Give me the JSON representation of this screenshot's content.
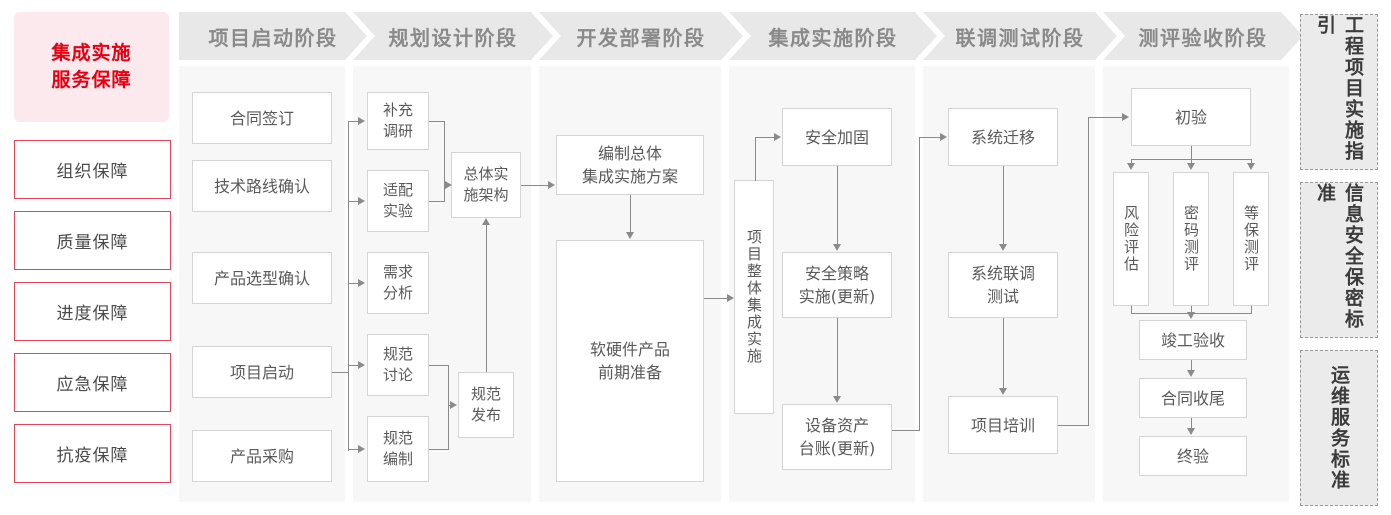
{
  "sidebar": {
    "title_line1": "集成实施",
    "title_line2": "服务保障",
    "items": [
      {
        "label": "组织保障"
      },
      {
        "label": "质量保障"
      },
      {
        "label": "进度保障"
      },
      {
        "label": "应急保障"
      },
      {
        "label": "抗疫保障"
      }
    ]
  },
  "phases": [
    {
      "id": "startup",
      "title": "项目启动阶段"
    },
    {
      "id": "planning",
      "title": "规划设计阶段"
    },
    {
      "id": "development",
      "title": "开发部署阶段"
    },
    {
      "id": "integration",
      "title": "集成实施阶段"
    },
    {
      "id": "joint_test",
      "title": "联调测试阶段"
    },
    {
      "id": "acceptance",
      "title": "测评验收阶段"
    }
  ],
  "nodes": {
    "startup": [
      {
        "label": "合同签订"
      },
      {
        "label": "技术路线确认"
      },
      {
        "label": "产品选型确认"
      },
      {
        "label": "项目启动"
      },
      {
        "label": "产品采购"
      }
    ],
    "planning": [
      {
        "label": "补充\n调研"
      },
      {
        "label": "适配\n实验"
      },
      {
        "label": "需求\n分析"
      },
      {
        "label": "规范\n讨论"
      },
      {
        "label": "规范\n编制"
      },
      {
        "label": "总体实\n施架构"
      },
      {
        "label": "规范\n发布"
      }
    ],
    "development": [
      {
        "label": "编制总体\n集成实施方案"
      },
      {
        "label": "软硬件产品\n前期准备"
      }
    ],
    "integration": [
      {
        "label": "项目整体集成实施"
      },
      {
        "label": "安全加固"
      },
      {
        "label": "安全策略\n实施(更新)"
      },
      {
        "label": "设备资产\n台账(更新)"
      }
    ],
    "joint_test": [
      {
        "label": "系统迁移"
      },
      {
        "label": "系统联调\n测试"
      },
      {
        "label": "项目培训"
      }
    ],
    "acceptance": [
      {
        "label": "初验"
      },
      {
        "label": "风险评估"
      },
      {
        "label": "密码测评"
      },
      {
        "label": "等保测评"
      },
      {
        "label": "竣工验收"
      },
      {
        "label": "合同收尾"
      },
      {
        "label": "终验"
      }
    ]
  },
  "standards": [
    {
      "label": "工程项目实施指引"
    },
    {
      "label": "信息安全保密标准"
    },
    {
      "label": "运维服务标准"
    }
  ],
  "colors": {
    "accent_red": "#e60012",
    "accent_red_border": "#e2455c",
    "header_pink": "#fce9ee",
    "phase_header_bg": "#e8e8e8",
    "phase_header_text": "#8a8a8a",
    "panel_bg": "#f7f7f7",
    "node_border": "#d5d5d5",
    "node_text": "#5a5a5a",
    "connector": "#8a8a8a",
    "standards_bg": "#ebebeb",
    "standards_border": "#9a9a9a"
  }
}
